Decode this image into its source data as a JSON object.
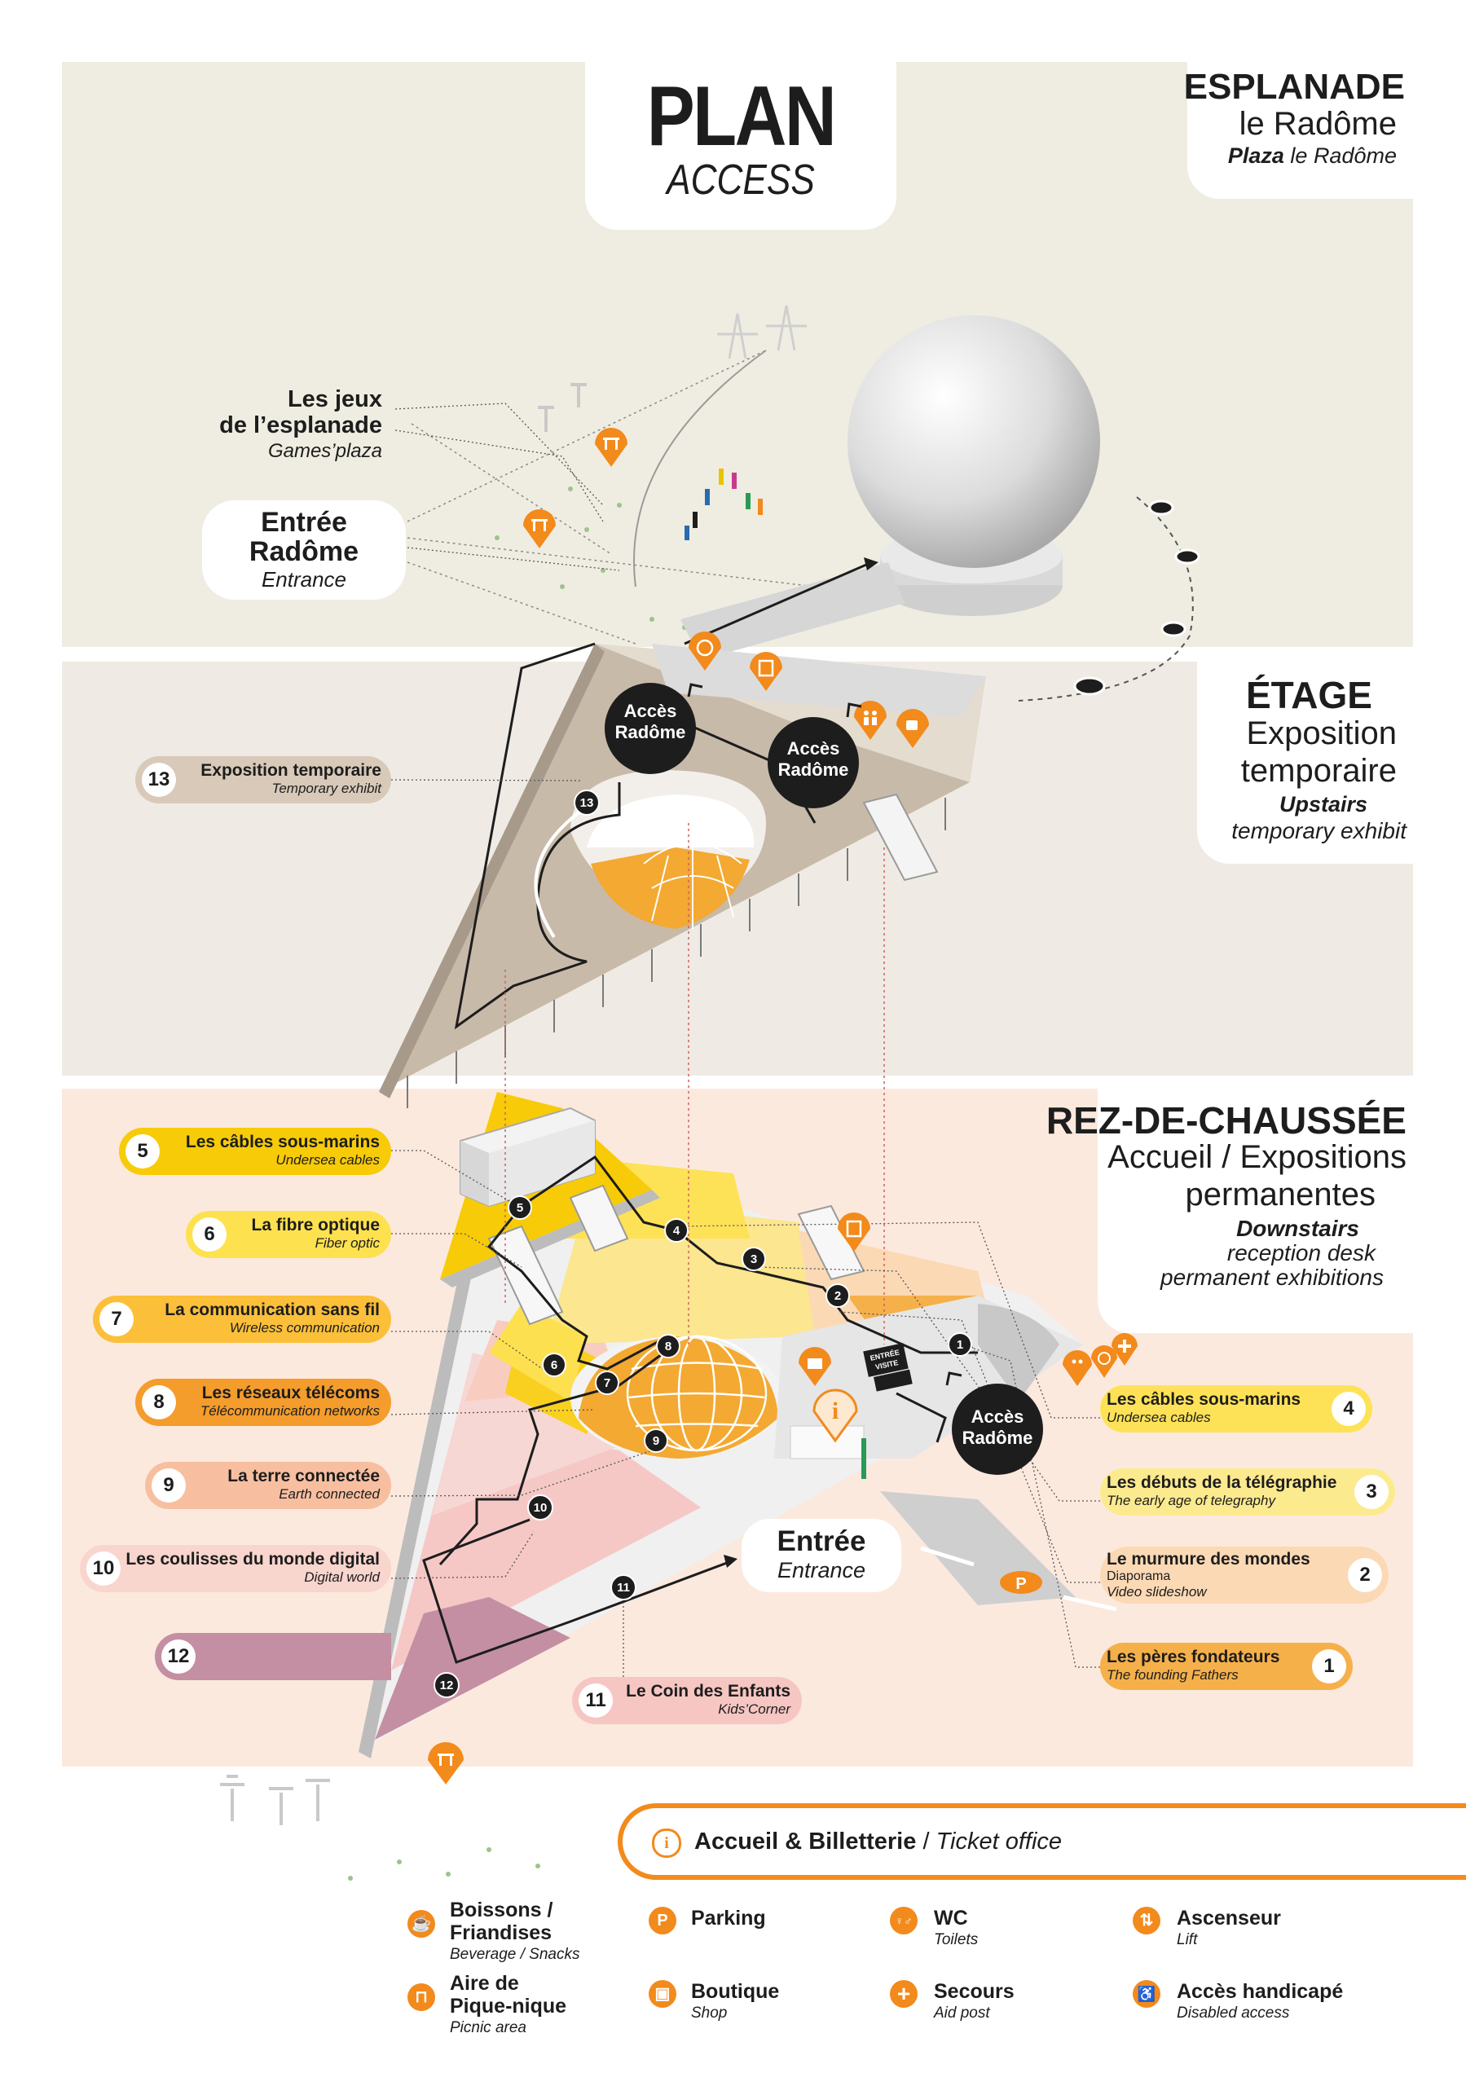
{
  "header": {
    "title": "PLAN",
    "subtitle": "ACCESS"
  },
  "levels": {
    "esplanade": {
      "title": "ESPLANADE",
      "subtitle": "le Radôme",
      "en_bold": "Plaza",
      "en_rest": "le Radôme"
    },
    "etage": {
      "title": "ÉTAGE",
      "line1": "Exposition",
      "line2": "temporaire",
      "en_bold": "Upstairs",
      "en_rest": "temporary exhibit"
    },
    "rdc": {
      "title": "REZ-DE-CHAUSSÉE",
      "line1": "Accueil / Expositions",
      "line2": "permanentes",
      "en_bold": "Downstairs",
      "en_line1": "reception desk",
      "en_line2": "permanent exhibitions"
    }
  },
  "map_labels": {
    "jeux_l1": "Les jeux",
    "jeux_l2": "de l’esplanade",
    "jeux_en": "Games’plaza",
    "entree_radome_l1": "Entrée",
    "entree_radome_l2": "Radôme",
    "entree_radome_en": "Entrance",
    "acces_l1": "Accès",
    "acces_l2": "Radôme",
    "entree_l1": "Entrée",
    "entree_en": "Entrance",
    "entree_visite_l1": "ENTRÉE",
    "entree_visite_l2": "VISITE"
  },
  "stops": [
    {
      "num": "1",
      "fr": "Les pères fondateurs",
      "en": "The founding Fathers",
      "color": "#f5b04a"
    },
    {
      "num": "2",
      "fr": "Le murmure des mondes",
      "sub": "Diaporama",
      "en": "Video slideshow",
      "color": "#fbd9b5"
    },
    {
      "num": "3",
      "fr": "Les débuts de la télégraphie",
      "en": "The early age of telegraphy",
      "color": "#fcea8f"
    },
    {
      "num": "4",
      "fr": "Les câbles sous-marins",
      "en": "Undersea cables",
      "color": "#fde257"
    },
    {
      "num": "5",
      "fr": "Les câbles sous-marins",
      "en": "Undersea cables",
      "color": "#f7cb08"
    },
    {
      "num": "6",
      "fr": "La fibre optique",
      "en": "Fiber optic",
      "color": "#fde14f"
    },
    {
      "num": "7",
      "fr": "La communication sans fil",
      "en": "Wireless communication",
      "color": "#fbbf3a"
    },
    {
      "num": "8",
      "fr": "Les réseaux télécoms",
      "en": "Télécommunication networks",
      "color": "#f49c2c"
    },
    {
      "num": "9",
      "fr": "La terre connectée",
      "en": "Earth connected",
      "color": "#f7bfa0"
    },
    {
      "num": "10",
      "fr": "Les coulisses du monde digital",
      "en": "Digital world",
      "color": "#f8d5cd"
    },
    {
      "num": "11",
      "fr": "Le Coin des Enfants",
      "en": "Kids’Corner",
      "color": "#f6c6c3"
    },
    {
      "num": "12",
      "color": "#c48fa2"
    },
    {
      "num": "13",
      "fr": "Exposition temporaire",
      "en": "Temporary exhibit",
      "color": "#d8c9b9"
    }
  ],
  "legend": {
    "ticket_fr": "Accueil & Billetterie",
    "ticket_sep": "/",
    "ticket_en": "Ticket office",
    "items": [
      {
        "icon": "cup-icon",
        "glyph": "☕",
        "fr_l1": "Boissons /",
        "fr_l2": "Friandises",
        "en": "Beverage / Snacks"
      },
      {
        "icon": "picnic-icon",
        "glyph": "⊓",
        "fr_l1": "Aire de",
        "fr_l2": "Pique-nique",
        "en": "Picnic area"
      },
      {
        "icon": "parking-icon",
        "glyph": "P",
        "fr_l1": "Parking",
        "fr_l2": "",
        "en": ""
      },
      {
        "icon": "shop-icon",
        "glyph": "▣",
        "fr_l1": "Boutique",
        "fr_l2": "",
        "en": "Shop"
      },
      {
        "icon": "wc-icon",
        "glyph": "♀♂",
        "fr_l1": "WC",
        "fr_l2": "",
        "en": "Toilets"
      },
      {
        "icon": "first-aid-icon",
        "glyph": "+",
        "fr_l1": "Secours",
        "fr_l2": "",
        "en": "Aid post"
      },
      {
        "icon": "lift-icon",
        "glyph": "⇅",
        "fr_l1": "Ascenseur",
        "fr_l2": "",
        "en": "Lift"
      },
      {
        "icon": "wheelchair-icon",
        "glyph": "♿",
        "fr_l1": "Accès handicapé",
        "fr_l2": "",
        "en": "Disabled access"
      }
    ]
  },
  "colors": {
    "orange": "#f28a1c",
    "dark": "#1d1d1d",
    "esplanade_bg": "#efede1",
    "etage_bg": "#efebe4",
    "rdc_bg": "#fce9de"
  }
}
